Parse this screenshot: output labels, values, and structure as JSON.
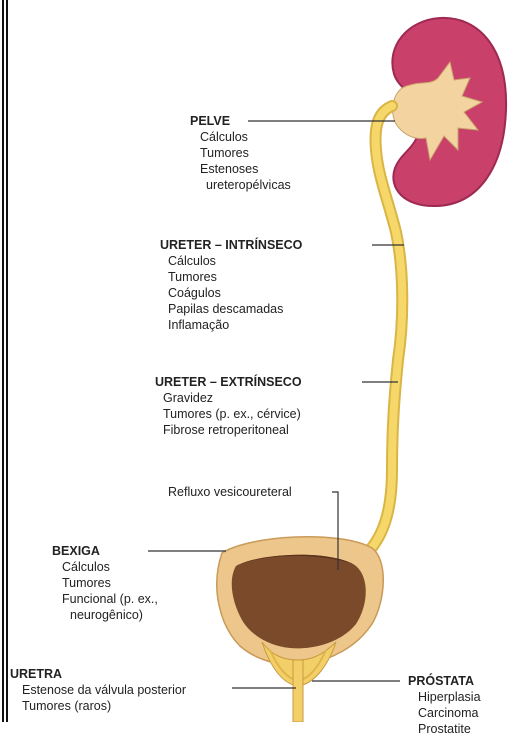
{
  "pelve": {
    "title": "PELVE",
    "items": [
      "Cálculos",
      "Tumores",
      "Estenoses",
      "ureteropélvicas"
    ]
  },
  "ureter_intrinseco": {
    "title": "URETER – INTRÍNSECO",
    "items": [
      "Cálculos",
      "Tumores",
      "Coágulos",
      "Papilas descamadas",
      "Inflamação"
    ]
  },
  "ureter_extrinseco": {
    "title": "URETER – EXTRÍNSECO",
    "items": [
      "Gravidez",
      "Tumores (p. ex., cérvice)",
      "Fibrose retroperitoneal"
    ]
  },
  "refluxo": {
    "label": "Refluxo vesicoureteral"
  },
  "bexiga": {
    "title": "BEXIGA",
    "items": [
      "Cálculos",
      "Tumores",
      "Funcional (p. ex.,",
      "neurogênico)"
    ]
  },
  "prostata": {
    "title": "PRÓSTATA",
    "items": [
      "Hiperplasia",
      "Carcinoma",
      "Prostatite"
    ]
  },
  "uretra": {
    "title": "URETRA",
    "items": [
      "Estenose da válvula posterior",
      "Tumores (raros)"
    ]
  },
  "colors": {
    "kidney": "#c9406a",
    "kidney_dark": "#9e2a52",
    "ureter": "#f6d86a",
    "ureter_edge": "#d9b545",
    "bladder_outer": "#ecc68a",
    "bladder_inner": "#7a4a2a",
    "prostate": "#f3cf6a",
    "leader": "#333333"
  }
}
